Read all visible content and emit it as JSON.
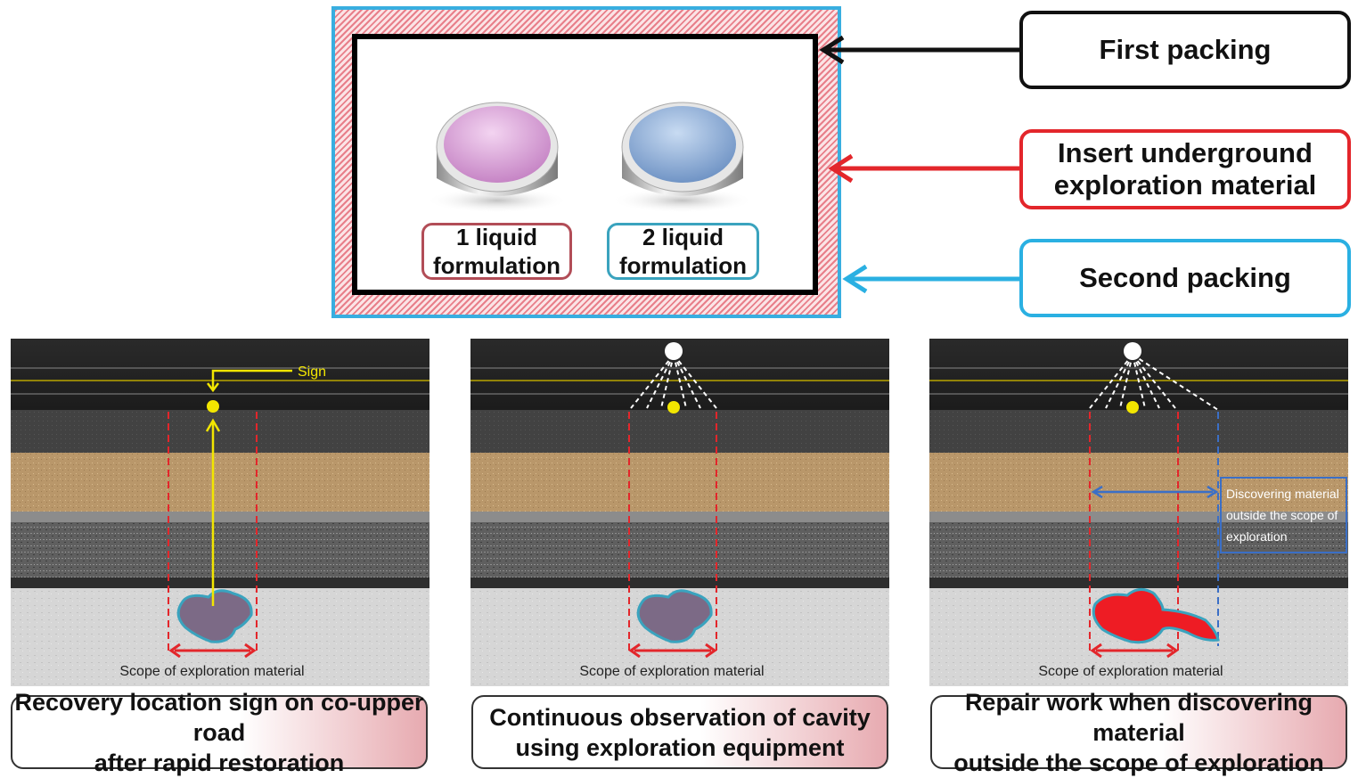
{
  "packaging": {
    "formulation_1": "1 liquid\nformulation",
    "formulation_2": "2 liquid\nformulation"
  },
  "callouts": {
    "first_packing": "First packing",
    "insert_material": "Insert underground\nexploration material",
    "second_packing": "Second packing"
  },
  "panels": {
    "sign_label": "Sign",
    "scope_label": "Scope of exploration material",
    "outside_note_line1": "Discovering material",
    "outside_note_line2": "outside the scope of",
    "outside_note_line3": "exploration"
  },
  "captions": [
    "Recovery location sign on co-upper road\nafter rapid restoration",
    "Continuous observation of cavity\nusing exploration equipment",
    "Repair work when discovering material\noutside the scope of exploration"
  ],
  "colors": {
    "pink_dish": "#d99ad6",
    "blue_dish": "#7fa3cf",
    "cavity": "#7c6a86",
    "cavity_outline": "#3aa3be",
    "repair_material": "#ee1c24",
    "sign_yellow": "#f2e600",
    "scope_red": "#e3262b",
    "outside_blue": "#3b6fc6"
  }
}
